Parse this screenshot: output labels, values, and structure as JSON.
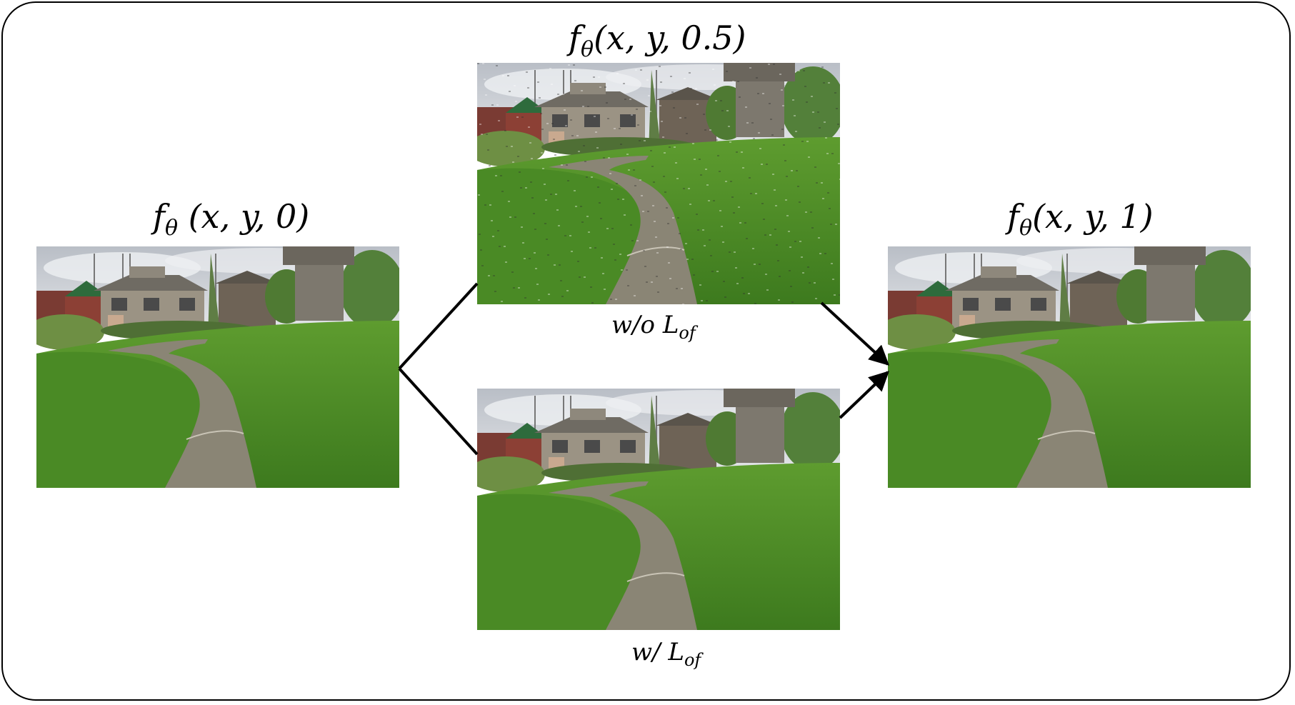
{
  "panels": {
    "left": {
      "title_f": "f",
      "title_sub": "θ",
      "title_args": " (x, y, 0)"
    },
    "middle": {
      "title_f": "f",
      "title_sub": "θ",
      "title_args": "(x, y, 0.5)"
    },
    "right": {
      "title_f": "f",
      "title_sub": "θ",
      "title_args": "(x, y, 1)"
    }
  },
  "captions": {
    "without": {
      "prefix": "w/o L",
      "sub": "of"
    },
    "with": {
      "prefix": "w/ L",
      "sub": "of"
    }
  },
  "images": [
    {
      "id": "frame-t0",
      "description_icon": "park-path-photo"
    },
    {
      "id": "frame-interp-wo-lof",
      "description_icon": "park-path-photo-noisy"
    },
    {
      "id": "frame-interp-w-lof",
      "description_icon": "park-path-photo"
    },
    {
      "id": "frame-t1",
      "description_icon": "park-path-photo"
    }
  ],
  "colors": {
    "sky": "#cfd4da",
    "grass_dark": "#3d7a1e",
    "grass_light": "#5e9c2f",
    "path": "#8a8575",
    "building": "#9b9384",
    "roof": "#6f6b63",
    "pillar": "#7d786e",
    "green_roof": "#2e6b3c",
    "arrow": "#000000"
  }
}
